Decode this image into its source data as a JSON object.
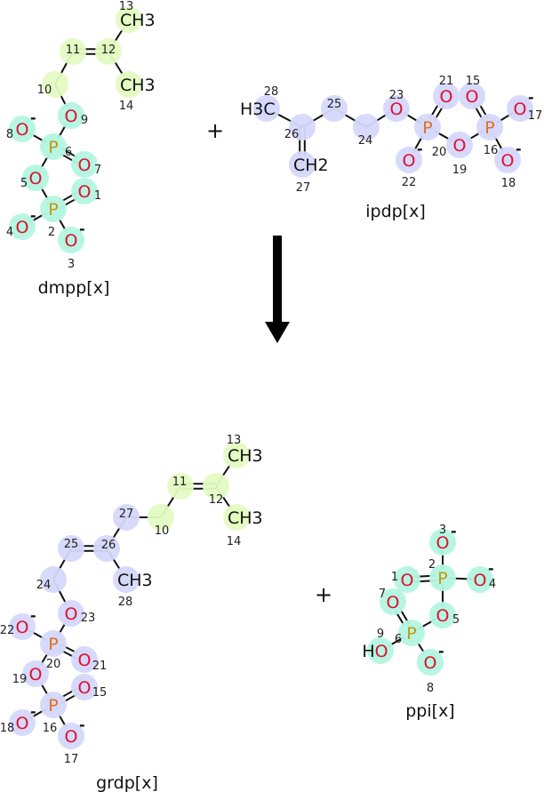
{
  "colors": {
    "oxygen": "#e0102f",
    "phosphorus_a": "#c8960c",
    "phosphorus_b": "#e07020",
    "carbon": "#111111",
    "hl_green": "#e4fbc2",
    "hl_teal": "#b4f6e2",
    "hl_blue": "#d6d8fb"
  },
  "reaction": {
    "plus_1": "+",
    "plus_2": "+"
  },
  "molecules": [
    {
      "name": "dmpp[x]",
      "atoms": [
        {
          "id": "13",
          "label": "CH3",
          "charge": ""
        },
        {
          "id": "12",
          "label": "",
          "charge": ""
        },
        {
          "id": "11",
          "label": "",
          "charge": ""
        },
        {
          "id": "14",
          "label": "CH3",
          "charge": ""
        },
        {
          "id": "10",
          "label": "",
          "charge": ""
        },
        {
          "id": "9",
          "label": "O",
          "charge": ""
        },
        {
          "id": "8",
          "label": "O",
          "charge": "-"
        },
        {
          "id": "6",
          "label": "P",
          "charge": ""
        },
        {
          "id": "7",
          "label": "O",
          "charge": ""
        },
        {
          "id": "5",
          "label": "O",
          "charge": ""
        },
        {
          "id": "1",
          "label": "O",
          "charge": ""
        },
        {
          "id": "2",
          "label": "P",
          "charge": ""
        },
        {
          "id": "4",
          "label": "O",
          "charge": "-"
        },
        {
          "id": "3",
          "label": "O",
          "charge": "-"
        }
      ],
      "bonds": [
        [
          "13",
          "12",
          1
        ],
        [
          "12",
          "11",
          2
        ],
        [
          "12",
          "14",
          1
        ],
        [
          "11",
          "10",
          1
        ],
        [
          "10",
          "9",
          1
        ],
        [
          "9",
          "6",
          1
        ],
        [
          "8",
          "6",
          1
        ],
        [
          "6",
          "7",
          2
        ],
        [
          "6",
          "5",
          1
        ],
        [
          "5",
          "2",
          1
        ],
        [
          "2",
          "1",
          2
        ],
        [
          "2",
          "4",
          1
        ],
        [
          "2",
          "3",
          1
        ]
      ]
    },
    {
      "name": "ipdp[x]",
      "atoms": [
        {
          "id": "28",
          "label": "H3C",
          "charge": ""
        },
        {
          "id": "26",
          "label": "",
          "charge": ""
        },
        {
          "id": "27",
          "label": "CH2",
          "charge": ""
        },
        {
          "id": "25",
          "label": "",
          "charge": ""
        },
        {
          "id": "24",
          "label": "",
          "charge": ""
        },
        {
          "id": "23",
          "label": "O",
          "charge": ""
        },
        {
          "id": "20",
          "label": "P",
          "charge": ""
        },
        {
          "id": "21",
          "label": "O",
          "charge": ""
        },
        {
          "id": "22",
          "label": "O",
          "charge": "-"
        },
        {
          "id": "19",
          "label": "O",
          "charge": ""
        },
        {
          "id": "16",
          "label": "P",
          "charge": ""
        },
        {
          "id": "15",
          "label": "O",
          "charge": ""
        },
        {
          "id": "17",
          "label": "O",
          "charge": "-"
        },
        {
          "id": "18",
          "label": "O",
          "charge": "-"
        }
      ],
      "bonds": [
        [
          "28",
          "26",
          1
        ],
        [
          "26",
          "27",
          2
        ],
        [
          "26",
          "25",
          1
        ],
        [
          "25",
          "24",
          1
        ],
        [
          "24",
          "23",
          1
        ],
        [
          "23",
          "20",
          1
        ],
        [
          "20",
          "21",
          2
        ],
        [
          "20",
          "22",
          1
        ],
        [
          "20",
          "19",
          1
        ],
        [
          "19",
          "16",
          1
        ],
        [
          "16",
          "15",
          2
        ],
        [
          "16",
          "17",
          1
        ],
        [
          "16",
          "18",
          1
        ]
      ]
    },
    {
      "name": "grdp[x]",
      "atoms": [
        {
          "id": "13",
          "label": "CH3",
          "charge": ""
        },
        {
          "id": "12",
          "label": "",
          "charge": ""
        },
        {
          "id": "11",
          "label": "",
          "charge": ""
        },
        {
          "id": "14",
          "label": "CH3",
          "charge": ""
        },
        {
          "id": "10",
          "label": "",
          "charge": ""
        },
        {
          "id": "27",
          "label": "",
          "charge": ""
        },
        {
          "id": "26",
          "label": "",
          "charge": ""
        },
        {
          "id": "25",
          "label": "",
          "charge": ""
        },
        {
          "id": "28",
          "label": "CH3",
          "charge": ""
        },
        {
          "id": "24",
          "label": "",
          "charge": ""
        },
        {
          "id": "23",
          "label": "O",
          "charge": ""
        },
        {
          "id": "22",
          "label": "O",
          "charge": "-"
        },
        {
          "id": "20",
          "label": "P",
          "charge": ""
        },
        {
          "id": "21",
          "label": "O",
          "charge": ""
        },
        {
          "id": "19",
          "label": "O",
          "charge": ""
        },
        {
          "id": "15",
          "label": "O",
          "charge": ""
        },
        {
          "id": "16",
          "label": "P",
          "charge": ""
        },
        {
          "id": "18",
          "label": "O",
          "charge": "-"
        },
        {
          "id": "17",
          "label": "O",
          "charge": "-"
        }
      ],
      "bonds": [
        [
          "13",
          "12",
          1
        ],
        [
          "12",
          "11",
          2
        ],
        [
          "12",
          "14",
          1
        ],
        [
          "11",
          "10",
          1
        ],
        [
          "10",
          "27",
          1
        ],
        [
          "27",
          "26",
          1
        ],
        [
          "26",
          "25",
          2
        ],
        [
          "26",
          "28",
          1
        ],
        [
          "25",
          "24",
          1
        ],
        [
          "24",
          "23",
          1
        ],
        [
          "23",
          "20",
          1
        ],
        [
          "22",
          "20",
          1
        ],
        [
          "20",
          "21",
          2
        ],
        [
          "20",
          "19",
          1
        ],
        [
          "19",
          "16",
          1
        ],
        [
          "16",
          "15",
          2
        ],
        [
          "16",
          "18",
          1
        ],
        [
          "16",
          "17",
          1
        ]
      ]
    },
    {
      "name": "ppi[x]",
      "atoms": [
        {
          "id": "3",
          "label": "O",
          "charge": "-"
        },
        {
          "id": "2",
          "label": "P",
          "charge": ""
        },
        {
          "id": "1",
          "label": "O",
          "charge": ""
        },
        {
          "id": "4",
          "label": "O",
          "charge": "-"
        },
        {
          "id": "7",
          "label": "O",
          "charge": ""
        },
        {
          "id": "5",
          "label": "O",
          "charge": ""
        },
        {
          "id": "6",
          "label": "P",
          "charge": ""
        },
        {
          "id": "9",
          "label": "HO",
          "charge": ""
        },
        {
          "id": "8",
          "label": "O",
          "charge": "-"
        }
      ],
      "bonds": [
        [
          "3",
          "2",
          1
        ],
        [
          "1",
          "2",
          2
        ],
        [
          "2",
          "4",
          1
        ],
        [
          "2",
          "5",
          1
        ],
        [
          "5",
          "6",
          1
        ],
        [
          "7",
          "6",
          2
        ],
        [
          "9",
          "6",
          1
        ],
        [
          "6",
          "8",
          1
        ]
      ]
    }
  ]
}
